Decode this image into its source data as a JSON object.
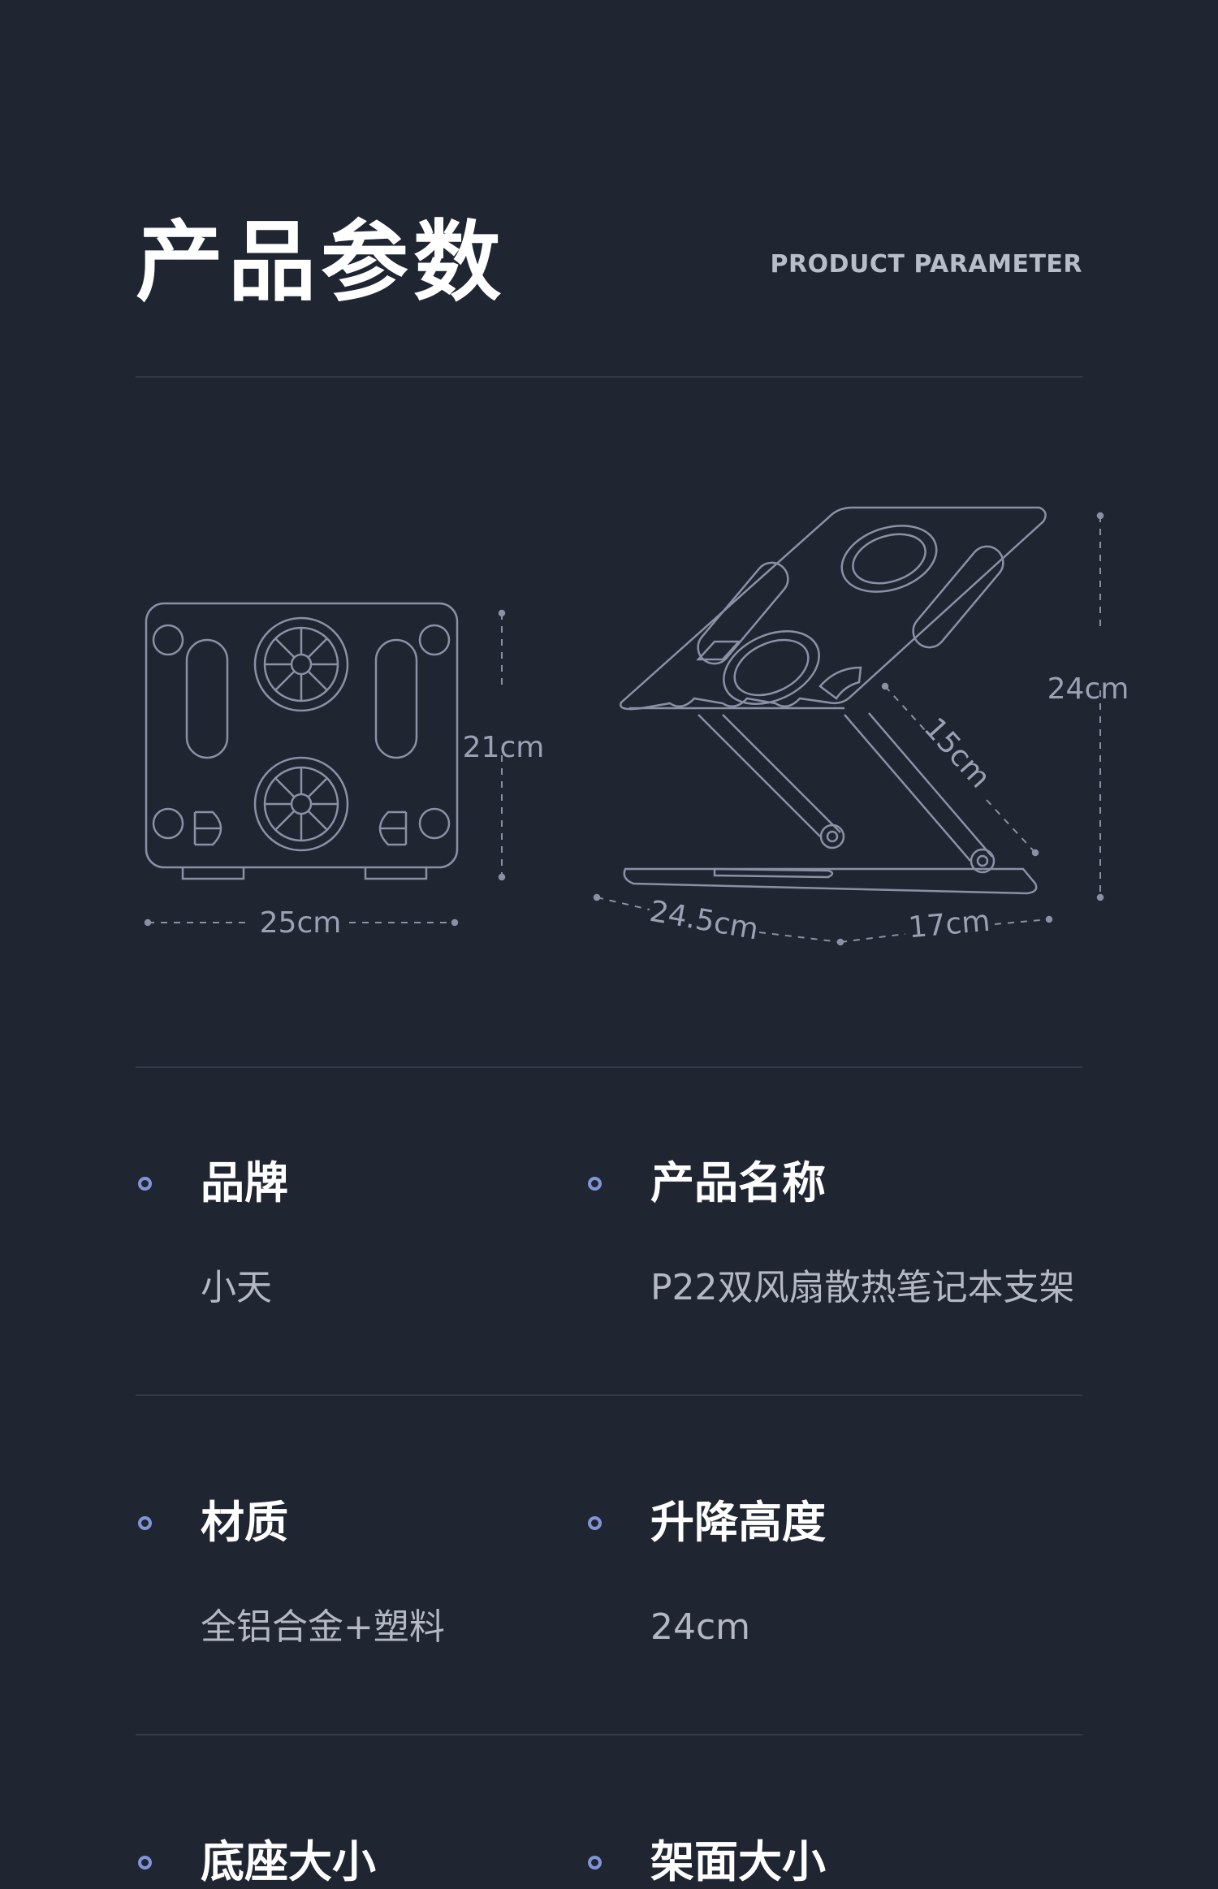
{
  "header": {
    "title": "产品参数",
    "subtitle": "PRODUCT PARAMETER"
  },
  "diagram": {
    "front_width": "25cm",
    "front_height": "21cm",
    "side_height": "24cm",
    "arm_length": "15cm",
    "base_depth": "24.5cm",
    "base_width": "17cm",
    "line_color": "#8a91a4"
  },
  "params": [
    {
      "label": "品牌",
      "value": "小天"
    },
    {
      "label": "产品名称",
      "value": "P22双风扇散热笔记本支架"
    },
    {
      "label": "材质",
      "value": "全铝合金+塑料"
    },
    {
      "label": "升降高度",
      "value": "24cm"
    },
    {
      "label": "底座大小",
      "value": ""
    },
    {
      "label": "架面大小",
      "value": ""
    }
  ],
  "colors": {
    "background": "#202532",
    "accent_dot": "#8095d6",
    "divider": "#343a49"
  }
}
